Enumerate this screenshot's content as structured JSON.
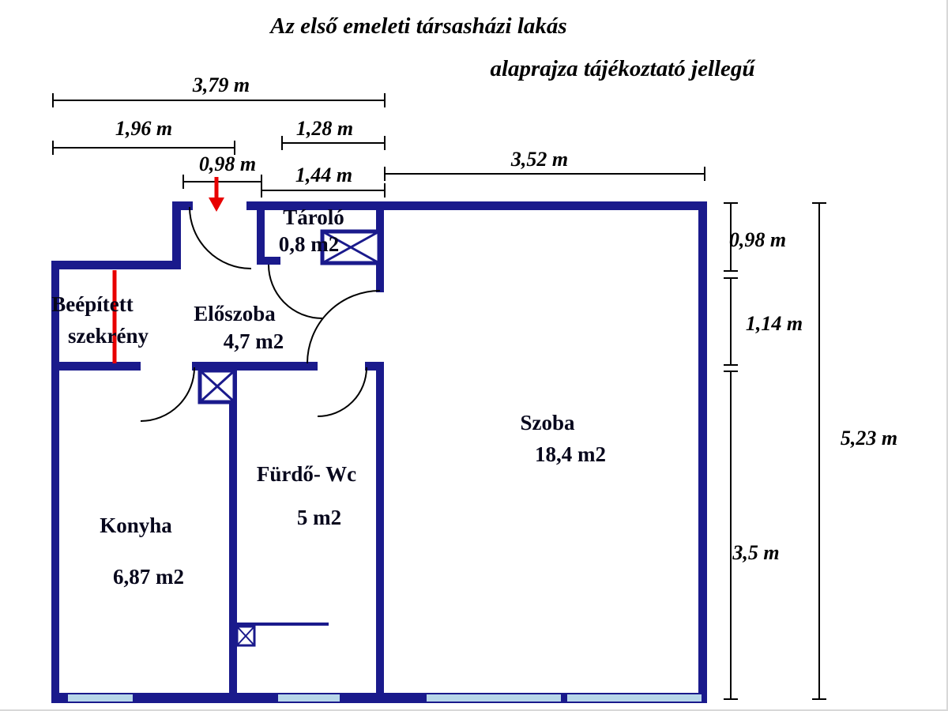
{
  "title": {
    "line1": "Az első emeleti társasházi lakás",
    "line2": "alaprajza tájékoztató jellegű"
  },
  "dims": {
    "d379": "3,79 m",
    "d196": "1,96 m",
    "d128": "1,28 m",
    "d098top": "0,98 m",
    "d144": "1,44 m",
    "d352": "3,52 m",
    "d098right": "0,98 m",
    "d114": "1,14 m",
    "d523": "5,23 m",
    "d35": "3,5 m"
  },
  "rooms": {
    "tarolo": {
      "name": "Tároló",
      "area": "0,8 m2"
    },
    "szekreny": {
      "line1": "Beépített",
      "line2": "szekrény"
    },
    "eloszoba": {
      "name": "Előszoba",
      "area": "4,7 m2"
    },
    "szoba": {
      "name": "Szoba",
      "area": "18,4 m2"
    },
    "furdo": {
      "name": "Fürdő- Wc",
      "area": "5 m2"
    },
    "konyha": {
      "name": "Konyha",
      "area": "6,87 m2"
    }
  },
  "colors": {
    "wall": "#1a1a8c",
    "window": "#b7d6e9",
    "accent_red": "#e80000",
    "line": "#000000"
  }
}
